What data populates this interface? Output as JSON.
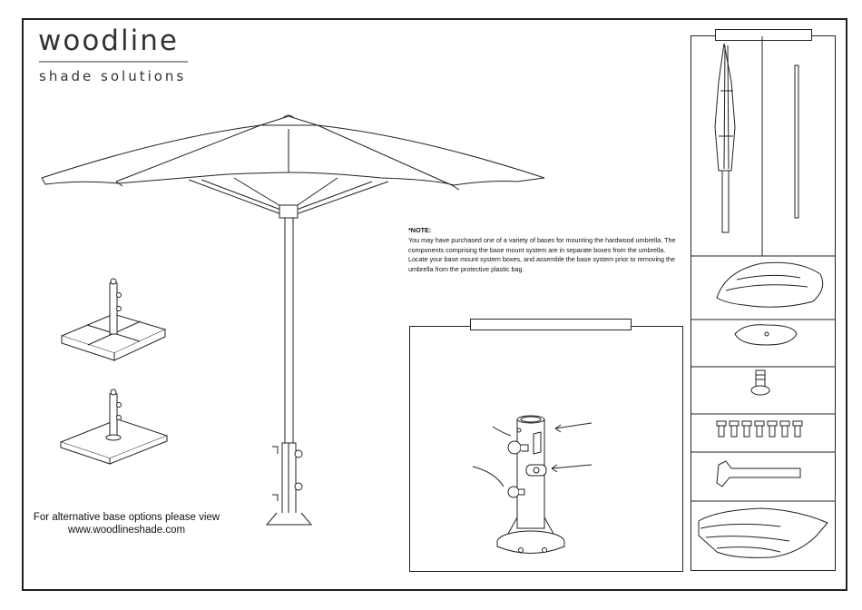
{
  "brand": {
    "name": "woodline",
    "tagline": "shade solutions"
  },
  "note": {
    "heading": "*NOTE:",
    "body": "You may have purchased one of a variety of bases for mounting the hardwood umbrella. The components comprising the base mount system are in separate boxes from the umbrella. Locate your base mount system boxes, and assemble the base system prior to removing the umbrella from the protective plastic bag."
  },
  "alternative_bases": {
    "line1": "For alternative base options please view",
    "line2": "www.woodlineshade.com"
  },
  "parts_panel": {
    "items": [
      {
        "icon": "closed-umbrella-canopy-icon"
      },
      {
        "icon": "rod-icon"
      },
      {
        "icon": "canopy-cover-icon"
      },
      {
        "icon": "base-plate-disc-icon"
      },
      {
        "icon": "knob-screw-icon"
      },
      {
        "icon": "screws-icon"
      },
      {
        "icon": "allen-key-icon"
      },
      {
        "icon": "protective-bag-icon"
      }
    ]
  }
}
